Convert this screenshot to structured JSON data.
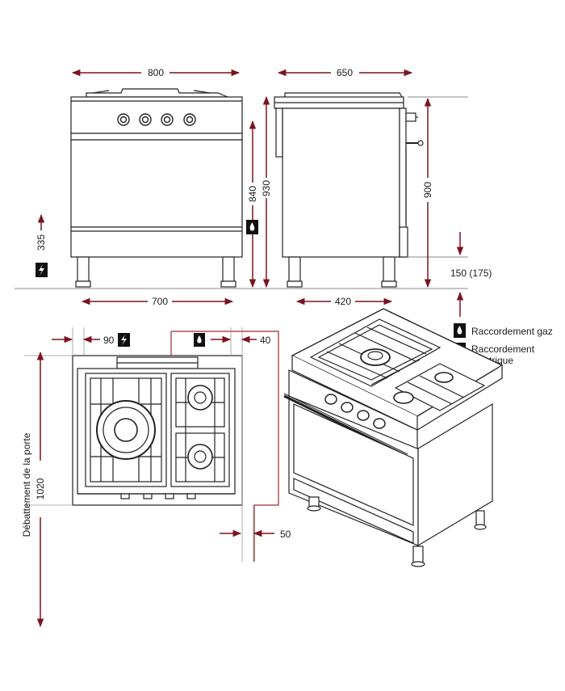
{
  "front_view": {
    "width_label": "800",
    "base_width_label": "700",
    "height_label": "840",
    "total_height_label": "930",
    "side_height_label": "335"
  },
  "side_view": {
    "depth_label": "650",
    "base_depth_label": "420",
    "height_label": "900",
    "leg_height_label": "150 (175)"
  },
  "top_view": {
    "left_offset_label": "90",
    "right_offset_label": "40",
    "rear_offset_label": "50",
    "door_clearance_label": "1020",
    "door_swing_label": "Débattement de la porte"
  },
  "legend": {
    "gas_label": "Raccordement gaz",
    "electric_label_line1": "Raccordement",
    "electric_label_line2": "électrique"
  },
  "colors": {
    "dimension_arrow": "#7a1420",
    "line": "#222222",
    "floor": "#888888",
    "outline_red": "#9c2b34"
  },
  "icons": {
    "gas": "gas-flame-icon",
    "electric": "lightning-plug-icon"
  }
}
